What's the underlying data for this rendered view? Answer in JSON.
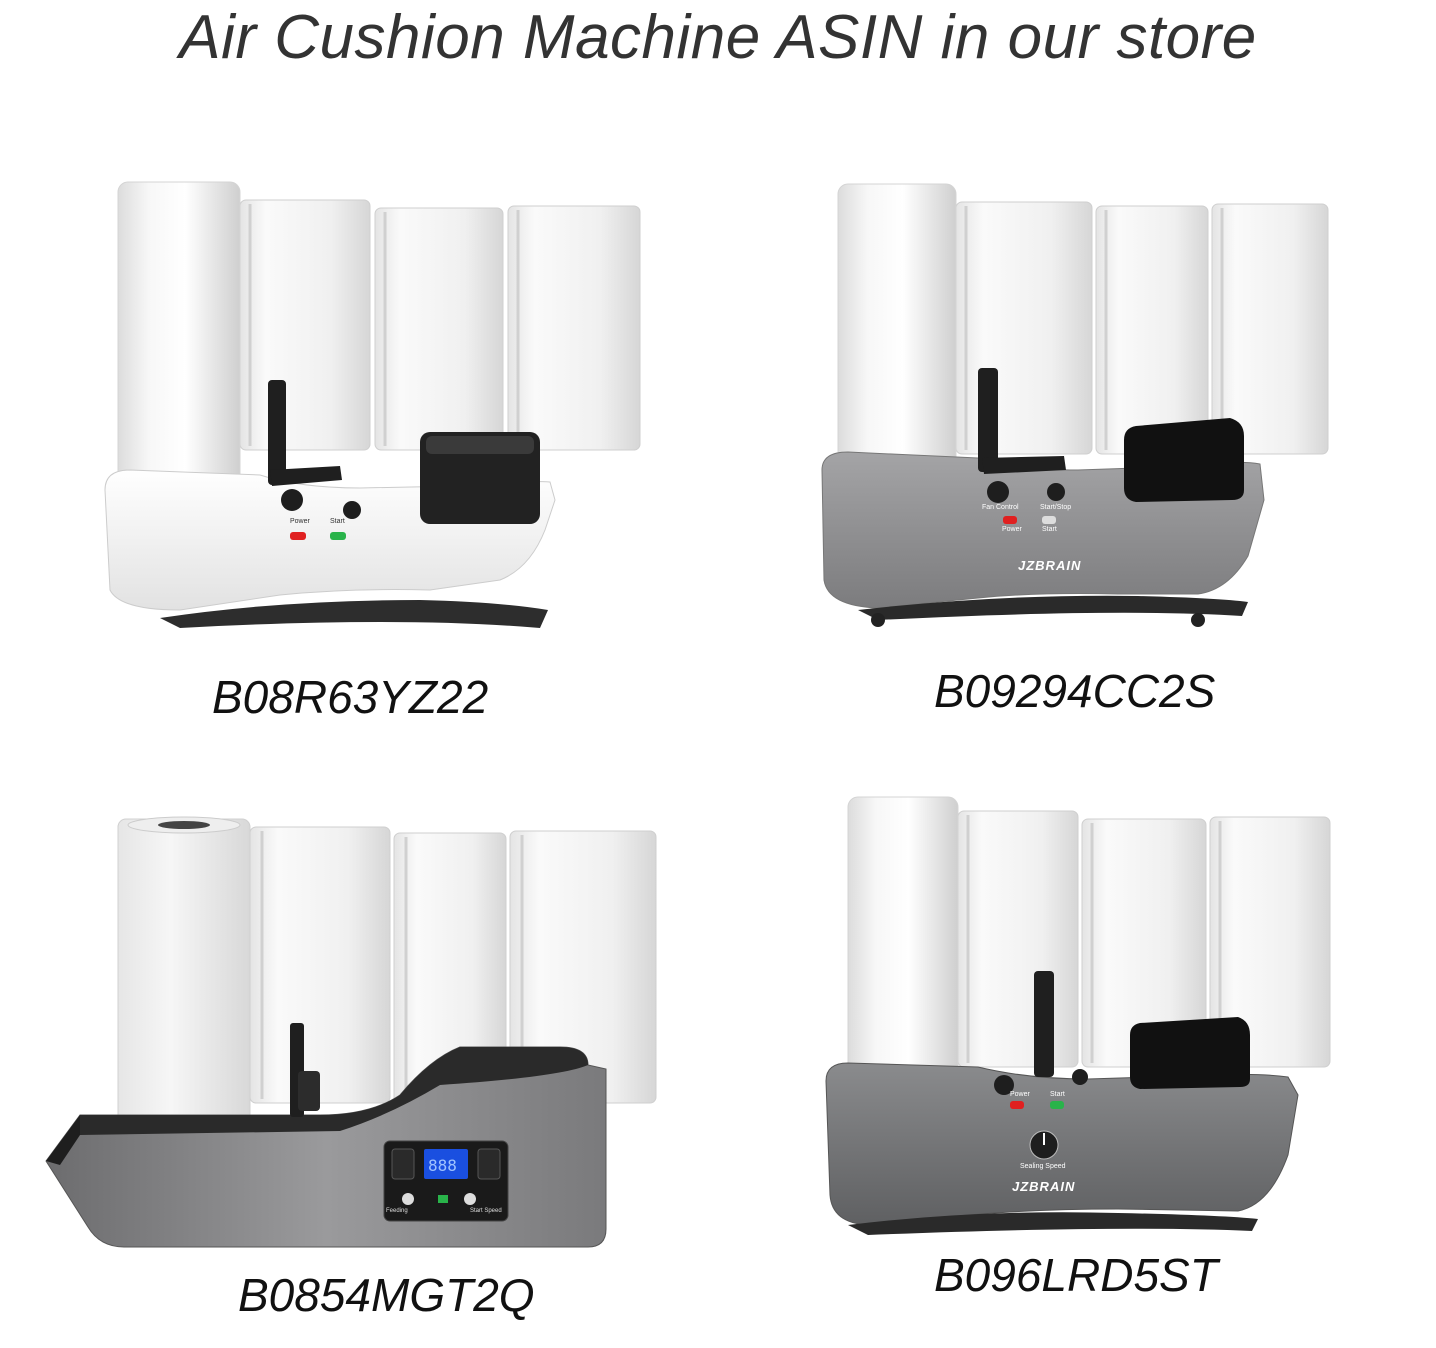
{
  "title": "Air Cushion Machine ASIN in our store",
  "products": [
    {
      "asin": "B08R63YZ22",
      "variant": "white-machine",
      "panel": [
        "Power",
        "Start"
      ]
    },
    {
      "asin": "B09294CC2S",
      "variant": "gray-machine",
      "brand": "JZBRAIN",
      "panel": [
        "Fan Control",
        "Start/Stop",
        "Power",
        "Start"
      ]
    },
    {
      "asin": "B0854MGT2Q",
      "variant": "gray-lcd-machine",
      "panel": [
        "Feeding",
        "Start Speed"
      ]
    },
    {
      "asin": "B096LRD5ST",
      "variant": "gray-dial-machine",
      "brand": "JZBRAIN",
      "panel": [
        "Power",
        "Start",
        "Sealing Speed"
      ]
    }
  ],
  "colors": {
    "title": "#333333",
    "white_body": "#f4f4f4",
    "gray_body": "#8e8e90",
    "dark_gray_body": "#6f7072",
    "black": "#1e1e1e",
    "led_red": "#e02020",
    "led_green": "#29b34a",
    "lcd_blue": "#1a4fe0"
  }
}
